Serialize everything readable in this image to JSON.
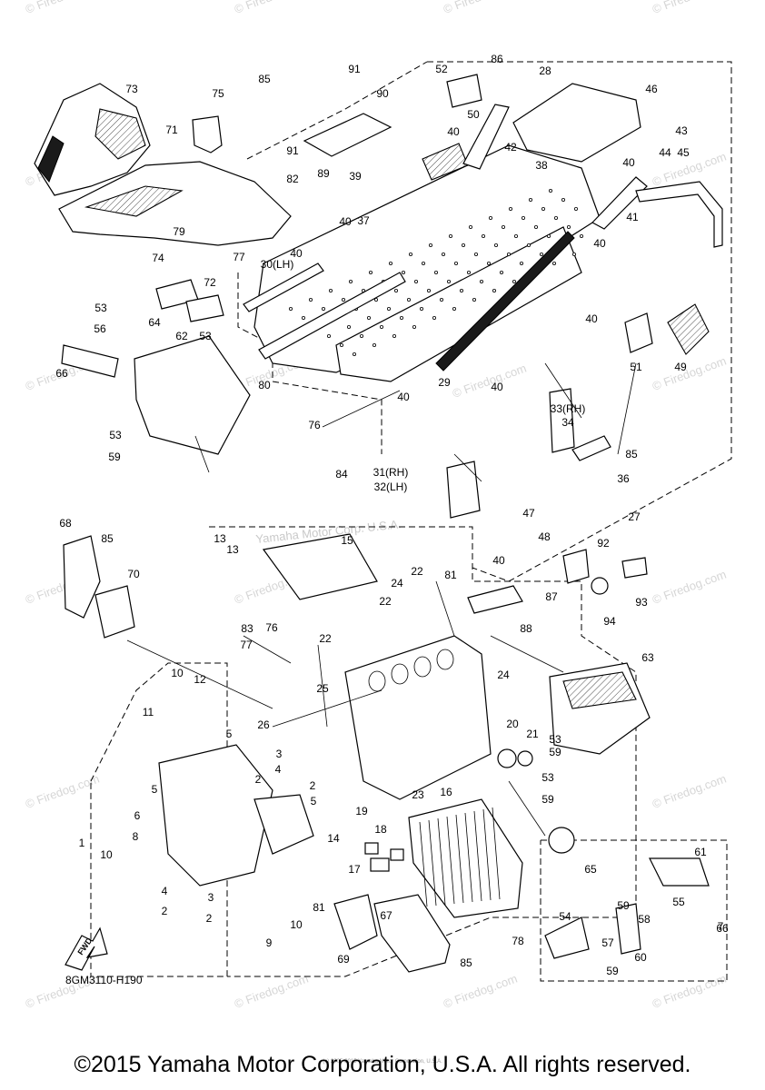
{
  "drawing_code": "8GM3110-H190",
  "copyright": "©2015 Yamaha Motor Corporation, U.S.A. All rights reserved.",
  "center_watermark": "Yamaha Motor Corp. U.S.A.",
  "watermark_text": "© Firedog.com",
  "fwd_label": "FWD",
  "tiny_notice": "(c) 2005-2015 Yamaha Motor Corporation, U.S.A.",
  "callouts": [
    "1",
    "2",
    "2",
    "2",
    "2",
    "3",
    "3",
    "4",
    "4",
    "5",
    "5",
    "5",
    "6",
    "7",
    "8",
    "9",
    "10",
    "10",
    "10",
    "11",
    "12",
    "13",
    "13",
    "14",
    "15",
    "16",
    "17",
    "18",
    "19",
    "20",
    "21",
    "22",
    "22",
    "22",
    "23",
    "24",
    "24",
    "25",
    "26",
    "27",
    "28",
    "29",
    "30(LH)",
    "31(RH)",
    "32(LH)",
    "33(RH)",
    "34",
    "36",
    "37",
    "38",
    "39",
    "40",
    "40",
    "40",
    "40",
    "40",
    "40",
    "40",
    "40",
    "40",
    "41",
    "42",
    "43",
    "44",
    "45",
    "46",
    "47",
    "48",
    "49",
    "50",
    "51",
    "52",
    "53",
    "53",
    "53",
    "53",
    "53",
    "54",
    "55",
    "56",
    "57",
    "58",
    "59",
    "59",
    "59",
    "59",
    "59",
    "60",
    "61",
    "62",
    "63",
    "64",
    "65",
    "66",
    "66",
    "67",
    "68",
    "69",
    "70",
    "71",
    "72",
    "73",
    "74",
    "75",
    "76",
    "76",
    "77",
    "77",
    "78",
    "79",
    "80",
    "81",
    "81",
    "82",
    "83",
    "84",
    "85",
    "85",
    "85",
    "85",
    "86",
    "87",
    "88",
    "89",
    "90",
    "91",
    "91",
    "92",
    "93",
    "94"
  ],
  "colors": {
    "line": "#000000",
    "watermark": "#d6d6d6",
    "background": "#ffffff"
  }
}
